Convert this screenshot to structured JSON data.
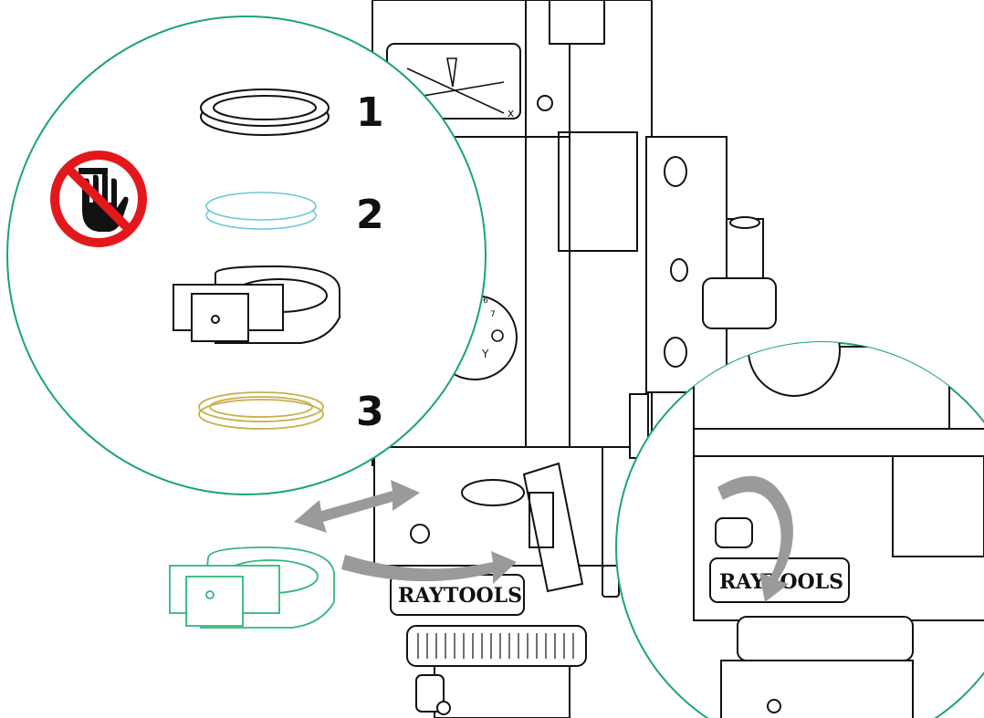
{
  "callout_labels": [
    "1",
    "2",
    "3"
  ],
  "brand_main": "RAYTOOLS",
  "brand_zoom": "RAYTOOLS",
  "axis_x": "x",
  "axis_y": "Y",
  "dial_numbers": [
    "6",
    "7"
  ],
  "icons": {
    "warning": "no-touch-hand-icon",
    "swap": "double-arrow-icon",
    "insert": "curved-arrow-icon",
    "rotate": "rotate-arrow-icon"
  },
  "colors": {
    "callout_circle": "#1aa37a",
    "drawer_highlight": "#2fb87a",
    "lens": "#6cc7d8",
    "seal_ring": "#c8b04a",
    "arrow": "#9a9a9a",
    "prohibit": "#e3181d",
    "line_art": "#111111"
  }
}
